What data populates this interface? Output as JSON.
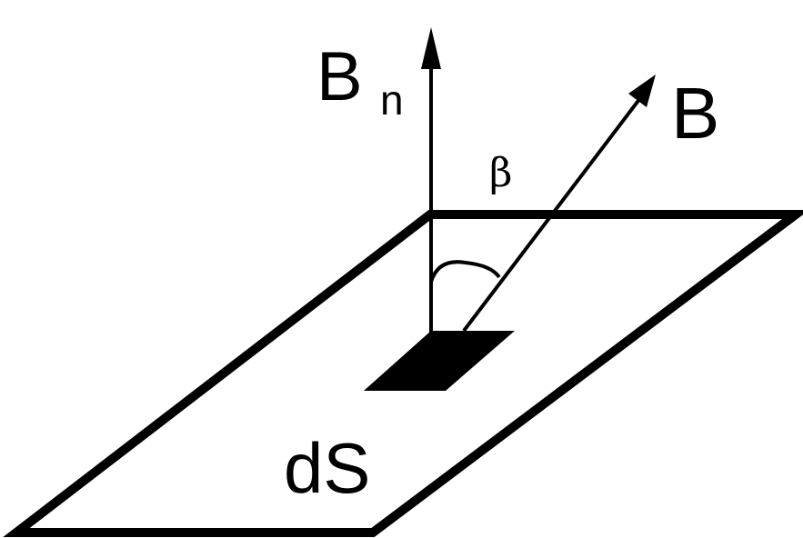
{
  "labels": {
    "normal_main": "B",
    "normal_sub": "n",
    "field": "B",
    "angle": "β",
    "area": "dS"
  },
  "colors": {
    "ink": "#000000",
    "background": "#ffffff"
  }
}
